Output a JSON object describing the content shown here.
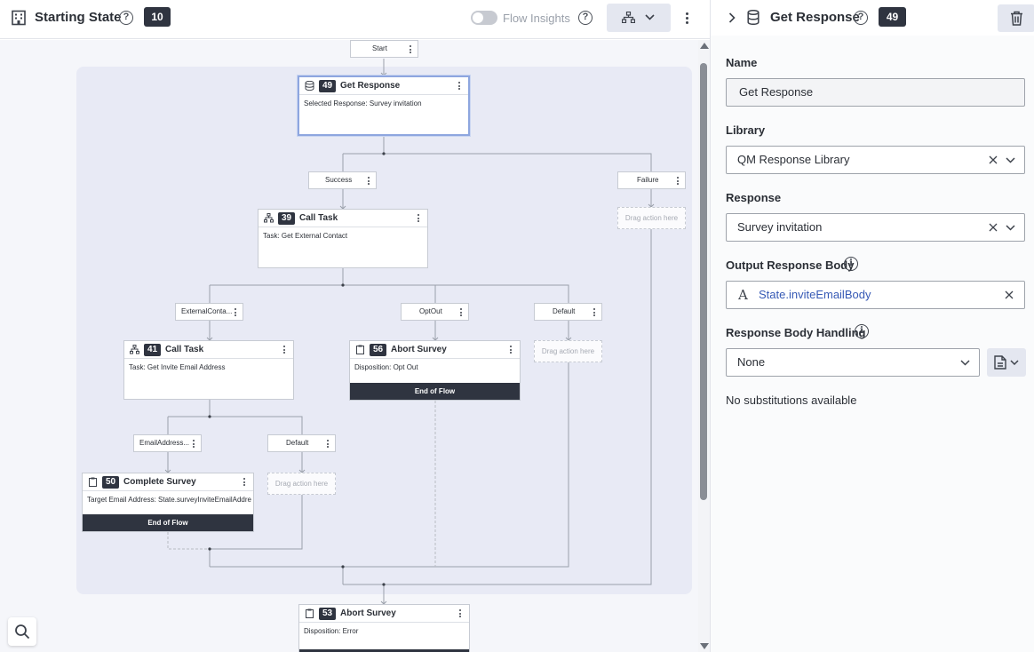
{
  "toolbar": {
    "title": "Starting State",
    "count": "10",
    "help_symbol": "?",
    "flow_insights_label": "Flow Insights",
    "flow_insights_on": false,
    "icons": [
      "building-icon",
      "help-icon",
      "hierarchy-icon",
      "chevron-down-icon",
      "more-vert-icon"
    ]
  },
  "canvas": {
    "start_label": "Start",
    "nodes": {
      "get_response": {
        "num": "49",
        "title": "Get Response",
        "body": "Selected Response: Survey invitation",
        "icon": "database-icon"
      },
      "call_task_39": {
        "num": "39",
        "title": "Call Task",
        "body": "Task: Get External Contact",
        "icon": "hierarchy-icon"
      },
      "call_task_41": {
        "num": "41",
        "title": "Call Task",
        "body": "Task: Get Invite Email Address",
        "icon": "hierarchy-icon"
      },
      "abort_56": {
        "num": "56",
        "title": "Abort Survey",
        "body": "Disposition: Opt Out",
        "footer": "End of Flow",
        "icon": "clipboard-icon"
      },
      "complete_50": {
        "num": "50",
        "title": "Complete Survey",
        "body": "Target Email Address: State.surveyInviteEmailAddre",
        "footer": "End of Flow",
        "icon": "clipboard-icon"
      },
      "abort_53": {
        "num": "53",
        "title": "Abort Survey",
        "body": "Disposition: Error",
        "icon": "clipboard-icon"
      }
    },
    "paths": {
      "success": "Success",
      "failure": "Failure",
      "external_contact": "ExternalConta...",
      "opt_out": "OptOut",
      "default_1": "Default",
      "email_address": "EmailAddress...",
      "default_2": "Default"
    },
    "drop_placeholder": "Drag action here"
  },
  "panel": {
    "title": "Get Response",
    "count": "49",
    "name": {
      "label": "Name",
      "value": "Get Response"
    },
    "library": {
      "label": "Library",
      "value": "QM Response Library"
    },
    "response": {
      "label": "Response",
      "value": "Survey invitation"
    },
    "output": {
      "label": "Output Response Body",
      "value": "State.inviteEmailBody",
      "type_symbol": "A"
    },
    "handling": {
      "label": "Response Body Handling",
      "value": "None"
    },
    "info_symbol": "i",
    "no_substitutions": "No substitutions available"
  },
  "colors": {
    "accent": "#2f3440",
    "selection": "#8ea6df",
    "group_bg": "#e8eaf5",
    "canvas_bg": "#f5f6fa",
    "link": "#3659b5"
  }
}
